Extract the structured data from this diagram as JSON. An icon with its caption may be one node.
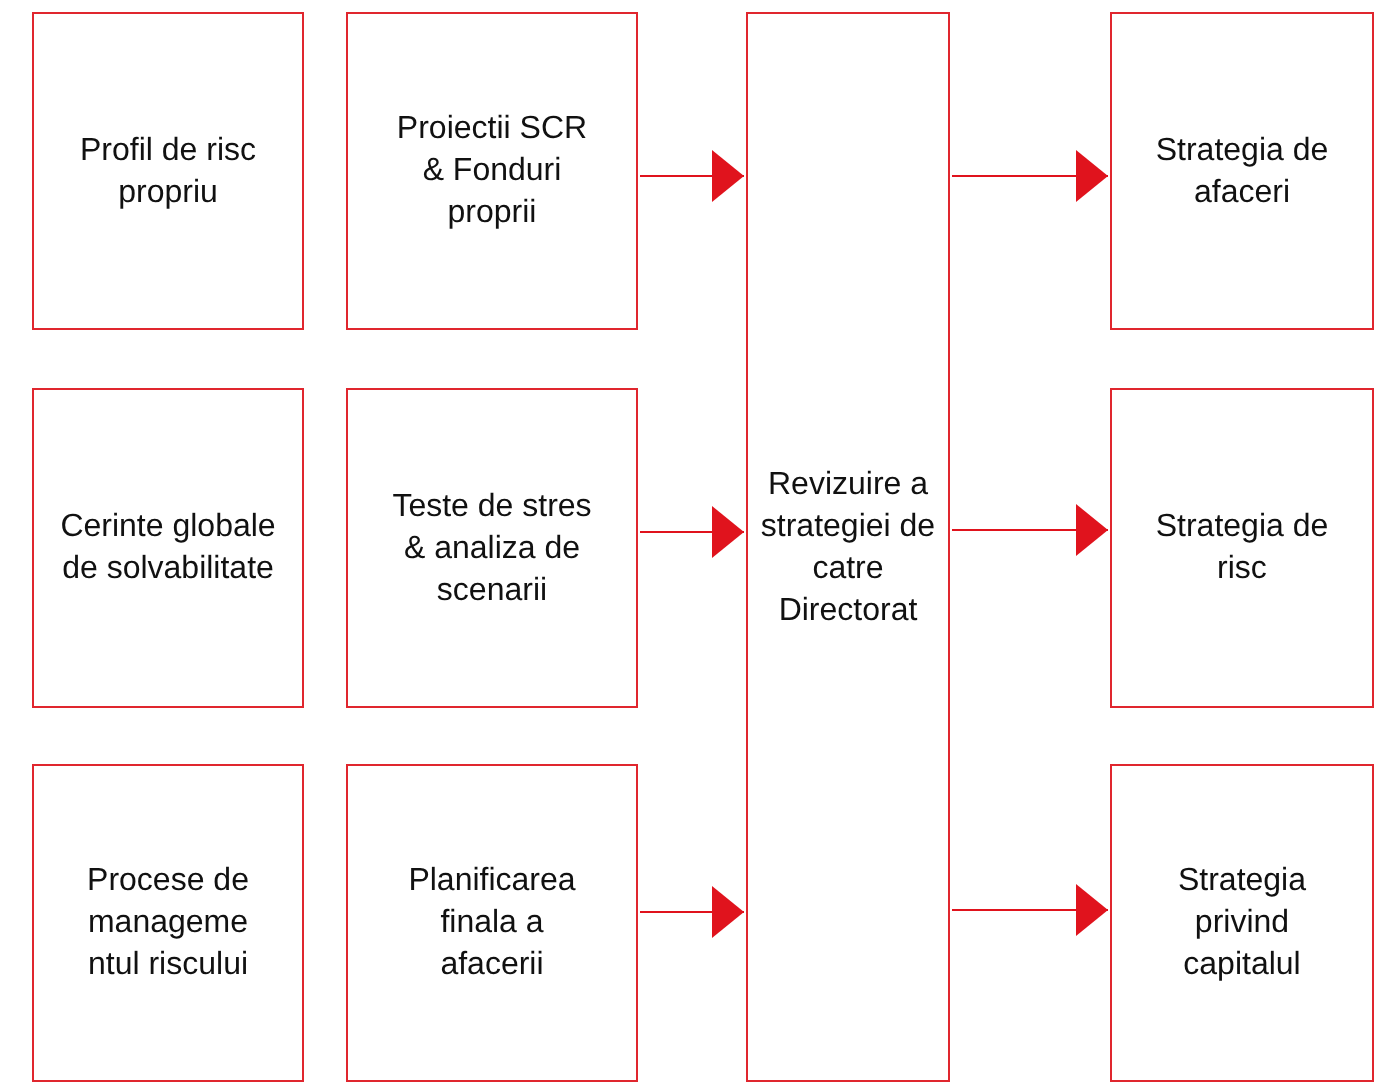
{
  "diagram": {
    "nodes": [
      {
        "text": [
          "Profil de risc propriu"
        ]
      },
      {
        "text": [
          "Proiectii SCR & Fonduri proprii"
        ]
      },
      {
        "text": [
          "Revizuire a strategiei de catre Directorat"
        ]
      },
      {
        "text": [
          "Strategia de afaceri"
        ]
      },
      {
        "text": [
          "Cerinte globale de solvabilitate"
        ]
      },
      {
        "text": [
          "Teste de stres & analiza de scenarii"
        ]
      },
      {
        "text": [
          "Strategia de risc"
        ]
      },
      {
        "text": [
          "Procese de manageme ntul riscului"
        ]
      },
      {
        "text": [
          "Planificarea finala a afacerii"
        ]
      },
      {
        "text": [
          "Strategia privind capitalul"
        ]
      }
    ],
    "edges": [
      {
        "from": 1,
        "to": 2,
        "arrow": "to"
      },
      {
        "from": 5,
        "to": 2,
        "arrow": "to"
      },
      {
        "from": 8,
        "to": 2,
        "arrow": "to"
      },
      {
        "from": 2,
        "to": 3,
        "arrow": "to"
      },
      {
        "from": 2,
        "to": 6,
        "arrow": "to"
      },
      {
        "from": 2,
        "to": 9,
        "arrow": "to"
      }
    ]
  }
}
